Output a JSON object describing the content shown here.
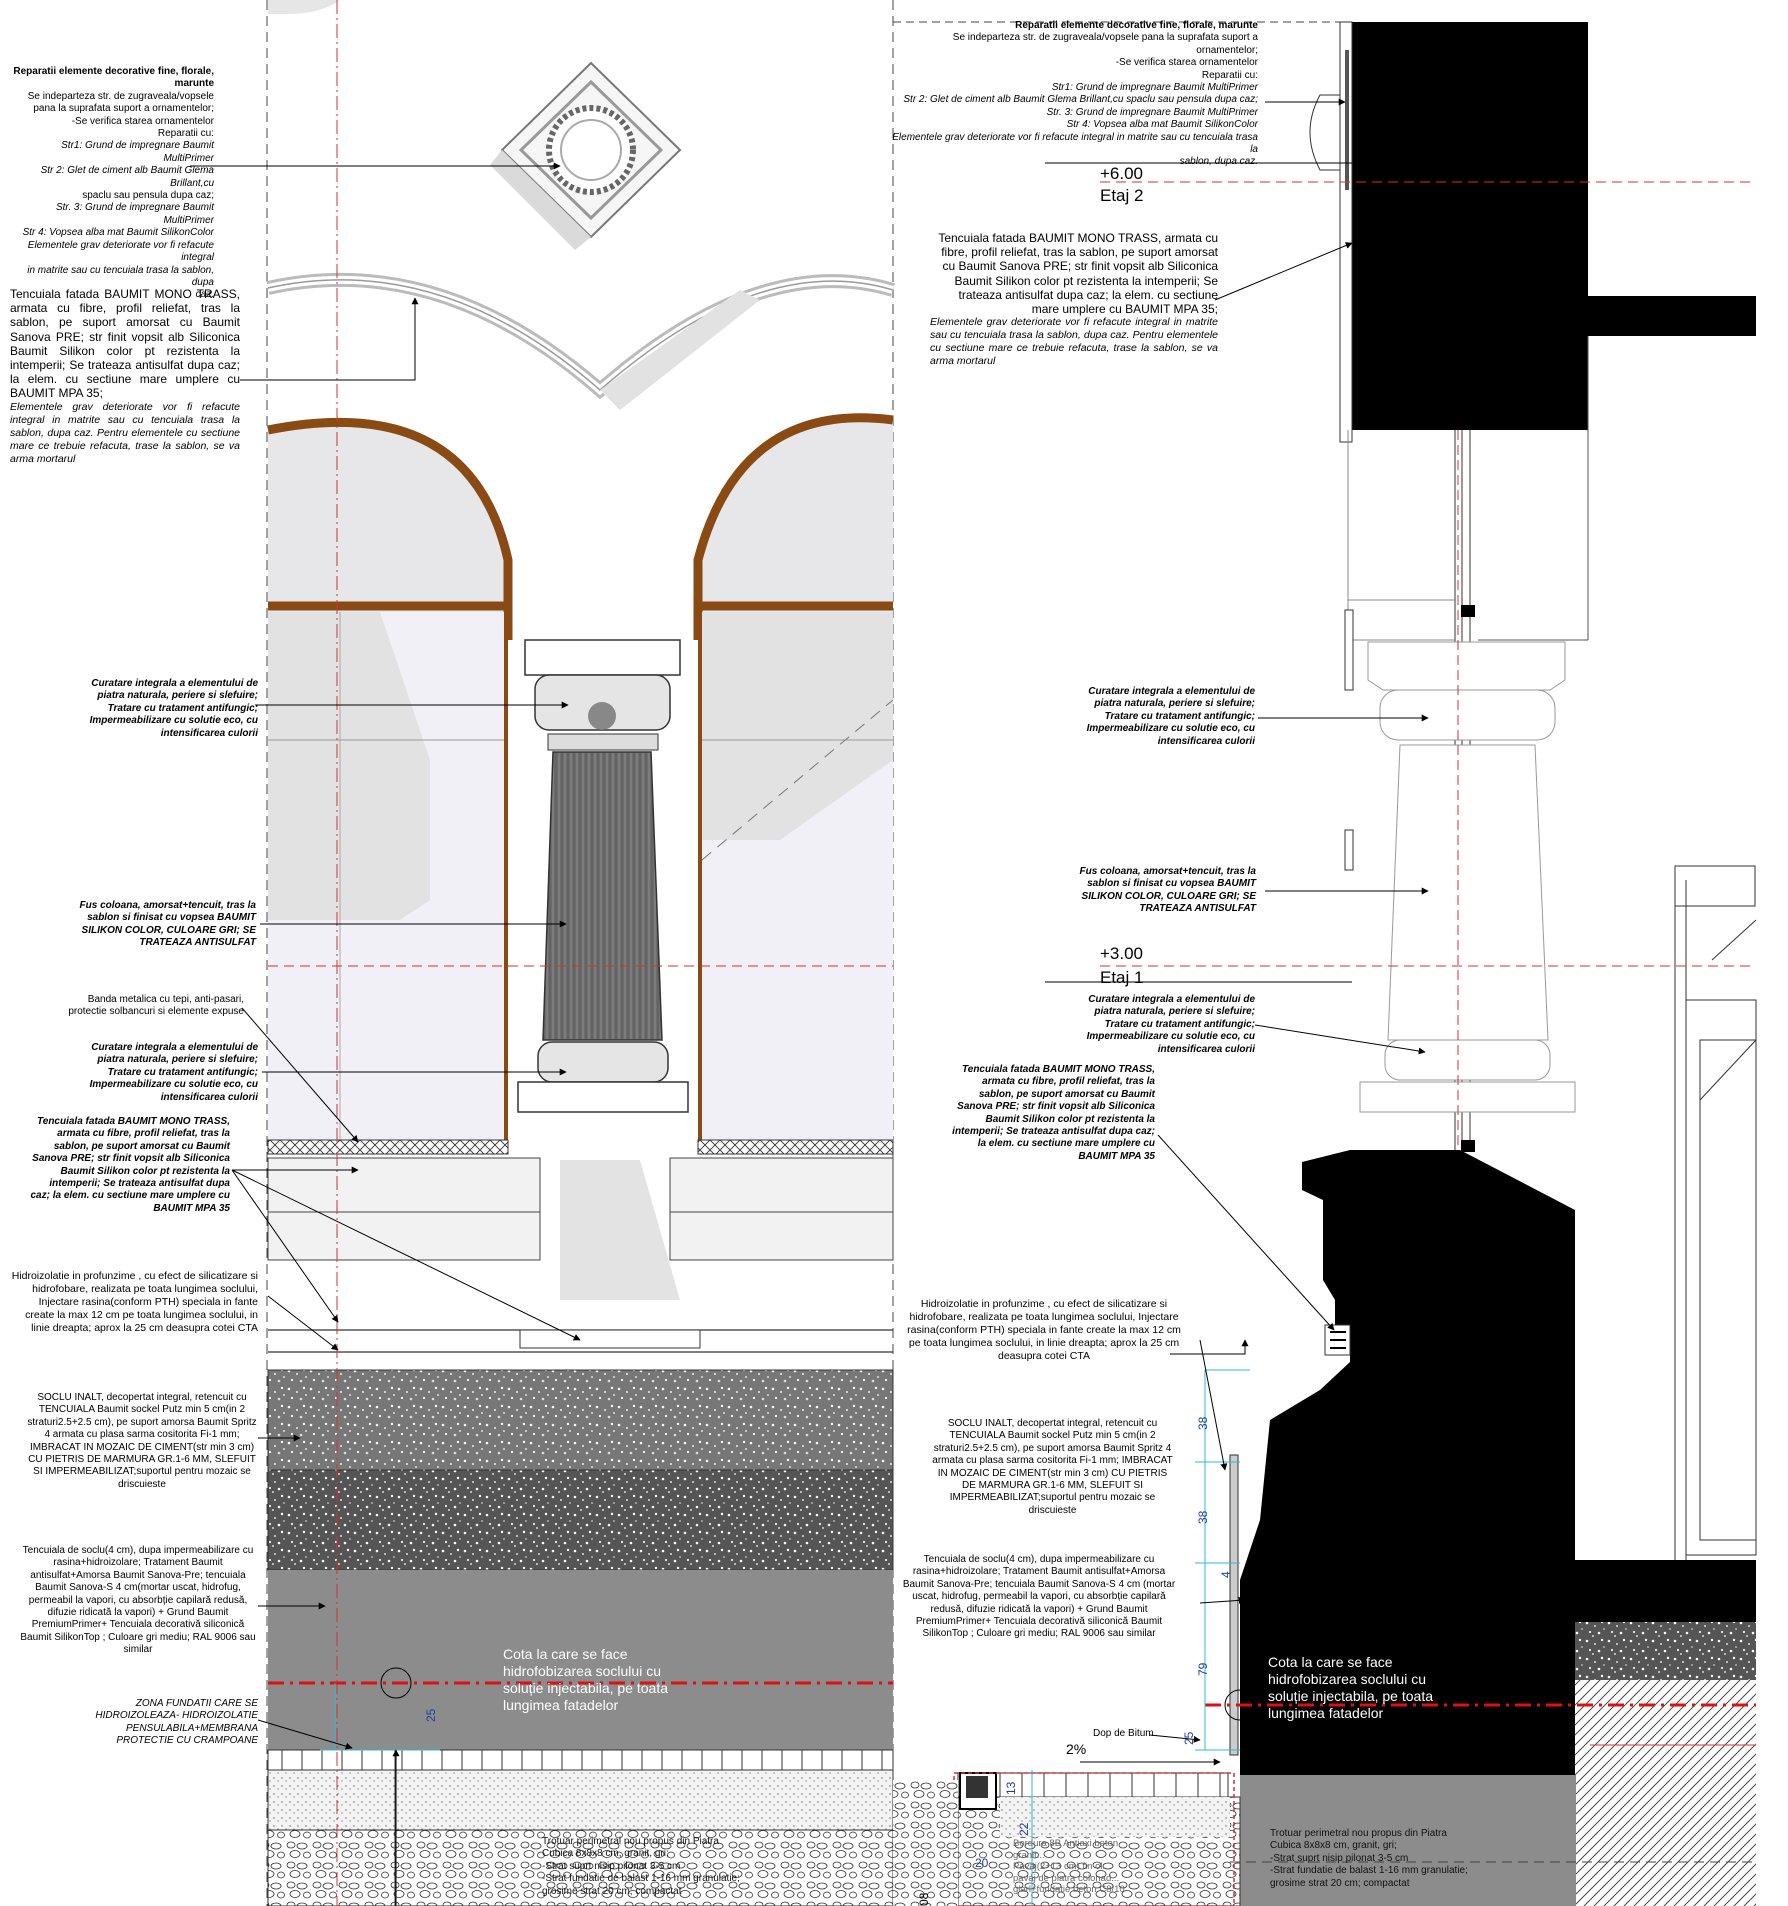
{
  "left": {
    "notes": {
      "decor_title": "Reparatii elemente decorative fine, florale, marunte",
      "decor_lines": [
        "Se indeparteza str. de zugraveala/vopsele",
        "pana la suprafata suport a ornamentelor;",
        "-Se verifica starea ornamentelor",
        "Reparatii cu:",
        "Str1: Grund de impregnare Baumit MultiPrimer",
        "Str 2: Glet de ciment alb Baumit Glema Brillant,cu",
        "spaclu sau pensula dupa caz;",
        "Str. 3: Grund de impregnare Baumit MultiPrimer",
        "Str 4: Vopsea alba mat Baumit SilikonColor",
        "Elementele grav deteriorate vor fi refacute integral",
        "in matrite sau cu tencuiala trasa la sablon, dupa",
        "caz."
      ],
      "tenc_main": "Tencuiala fatada BAUMIT MONO TRASS, armata cu fibre, profil reliefat, tras la sablon, pe suport amorsat cu Baumit Sanova PRE; str finit vopsit alb Siliconica Baumit Silikon color pt rezistenta la intemperii; Se trateaza antisulfat dupa caz; la elem. cu sectiune mare umplere cu BAUMIT MPA 35;",
      "tenc_italic": "Elementele grav deteriorate vor fi refacute integral in matrite sau cu tencuiala trasa la sablon, dupa caz. Pentru elementele cu sectiune mare ce trebuie refacuta, trase la sablon, se va arma mortarul",
      "curatare_1": "Curatare integrala a elementului de piatra naturala, periere si slefuire; Tratare cu tratament antifungic; Impermeabilizare cu solutie eco, cu intensificarea culorii",
      "fus": "Fus coloana, amorsat+tencuit, tras la sablon si finisat cu vopsea BAUMIT SILIKON COLOR, CULOARE GRI; SE TRATEAZA ANTISULFAT",
      "banda": "Banda metalica cu tepi, anti-pasari, protectie solbancuri si elemente expuse",
      "curatare_2": "Curatare integrala a elementului de piatra naturala, periere si slefuire; Tratare cu tratament antifungic; Impermeabilizare cu solutie eco, cu intensificarea culorii",
      "tenc_bold": "Tencuiala fatada BAUMIT MONO TRASS, armata cu fibre, profil reliefat, tras la sablon, pe suport amorsat cu Baumit Sanova PRE; str finit vopsit alb Siliconica Baumit Silikon color pt rezistenta la intemperii; Se trateaza antisulfat dupa caz; la elem. cu sectiune mare umplere cu BAUMIT MPA 35",
      "hidro": "Hidroizolatie in profunzime , cu efect de silicatizare si hidrofobare, realizata pe toata lungimea soclului, Injectare rasina(conform PTH) speciala in fante create la max 12 cm pe toata lungimea soclului, in linie dreapta; aprox la 25 cm deasupra cotei CTA",
      "soclu": "SOCLU INALT, decopertat integral, retencuit cu TENCUIALA Baumit sockel Putz min 5 cm(in 2 straturi2.5+2.5 cm), pe suport amorsa Baumit Spritz 4 armata cu plasa sarma cositorita Fi-1 mm; IMBRACAT IN MOZAIC DE CIMENT(str min 3 cm) CU PIETRIS DE MARMURA GR.1-6 MM, SLEFUIT SI IMPERMEABILIZAT;suportul pentru mozaic se driscuieste",
      "tenc_soclu": "Tencuiala de soclu(4 cm), dupa impermeabilizare cu rasina+hidroizolare; Tratament Baumit antisulfat+Amorsa Baumit Sanova-Pre; tencuiala Baumit Sanova-S 4 cm(mortar uscat, hidrofug, permeabil la vapori, cu absorbție capilară redusă, difuzie ridicată la vapori) + Grund Baumit PremiumPrimer+ Tencuiala decorativă siliconică Baumit SilikonTop ; Culoare gri mediu; RAL 9006 sau similar",
      "zona": "ZONA FUNDATII CARE SE HIDROIZOLEAZA- HIDROIZOLATIE PENSULABILA+MEMBRANA PROTECTIE CU CRAMPOANE",
      "cota": "Cota la care se face hidrofobizarea soclului cu soluție injectabila, pe toata lungimea fatadelor",
      "trotuar_lines": [
        "Trotuar perimetral nou propus din Piatra",
        "Cubica 8x8x8 cm, granit, gri;",
        "-Strat suprt nisip pilonat 3-5 cm",
        "-Strat fundatie de balast 1-16 mm granulatie;",
        "grosime strat 20 cm; compactat"
      ],
      "dim_25": "25"
    }
  },
  "right": {
    "notes": {
      "decor_title": "Reparatii elemente decorative fine, florale, marunte",
      "decor_lines": [
        "Se indeparteza str. de zugraveala/vopsele pana la suprafata suport a",
        "ornamentelor;",
        "-Se verifica starea ornamentelor",
        "Reparatii cu:",
        "Str1: Grund de impregnare Baumit MultiPrimer",
        "Str 2: Glet de ciment alb Baumit Glema Brillant,cu spaclu sau pensula dupa caz;",
        "Str. 3: Grund de impregnare Baumit MultiPrimer",
        "Str 4: Vopsea alba mat Baumit SilikonColor",
        "Elementele grav deteriorate vor fi refacute integral in matrite sau cu tencuiala trasa la",
        "sablon, dupa caz."
      ],
      "level_600": "+6.00",
      "etaj2": "Etaj 2",
      "tenc_main": "Tencuiala fatada BAUMIT MONO TRASS, armata cu fibre, profil reliefat, tras la sablon, pe suport amorsat cu Baumit Sanova PRE; str finit vopsit alb Siliconica Baumit Silikon color pt rezistenta la intemperii; Se trateaza antisulfat dupa caz; la elem. cu sectiune mare umplere cu BAUMIT MPA 35;",
      "tenc_italic": "Elementele grav deteriorate vor fi refacute integral in matrite sau cu tencuiala trasa la sablon, dupa caz. Pentru elementele cu sectiune mare ce trebuie refacuta, trase la sablon, se va arma mortarul",
      "curatare_1": "Curatare integrala a elementului de piatra naturala, periere si slefuire; Tratare cu tratament antifungic; Impermeabilizare cu solutie eco, cu intensificarea culorii",
      "fus": "Fus coloana, amorsat+tencuit, tras la sablon si finisat cu vopsea BAUMIT SILIKON COLOR, CULOARE GRI; SE TRATEAZA ANTISULFAT",
      "level_300": "+3.00",
      "etaj1": "Etaj 1",
      "curatare_2": "Curatare integrala a elementului de piatra naturala, periere si slefuire; Tratare cu tratament antifungic; Impermeabilizare cu solutie eco, cu intensificarea culorii",
      "tenc_bold": "Tencuiala fatada BAUMIT MONO TRASS, armata cu fibre, profil reliefat, tras la sablon, pe suport amorsat cu Baumit Sanova PRE; str finit vopsit alb Siliconica Baumit Silikon color pt rezistenta la intemperii; Se trateaza antisulfat dupa caz; la elem. cu sectiune mare umplere cu BAUMIT MPA 35",
      "hidro": "Hidroizolatie in profunzime , cu efect de silicatizare si hidrofobare, realizata pe toata lungimea soclului, Injectare rasina(conform PTH) speciala in fante create la max 12 cm pe toata lungimea soclului, in linie dreapta; aprox la 25 cm deasupra cotei CTA",
      "soclu": "SOCLU INALT, decopertat integral, retencuit cu TENCUIALA Baumit sockel Putz min 5 cm(in 2 straturi2.5+2.5 cm), pe suport amorsa Baumit Spritz 4 armata cu plasa sarma cositorita Fi-1 mm; IMBRACAT IN MOZAIC DE CIMENT(str min 3 cm) CU PIETRIS DE MARMURA GR.1-6 MM, SLEFUIT SI IMPERMEABILIZAT;suportul pentru mozaic se driscuieste",
      "tenc_soclu": "Tencuiala de soclu(4 cm), dupa impermeabilizare cu rasina+hidroizolare; Tratament Baumit antisulfat+Amorsa Baumit Sanova-Pre; tencuiala Baumit Sanova-S 4 cm (mortar uscat, hidrofug, permeabil la vapori, cu absorbție capilară redusă, difuzie ridicată la vapori) + Grund Baumit PremiumPrimer+ Tencuiala decorativă siliconică Baumit SilikonTop ; Culoare gri mediu; RAL 9006 sau similar",
      "cota": "Cota la care se face hidrofobizarea soclului cu soluție injectabila, pe toata lungimea fatadelor",
      "dop": "Dop de Bitum",
      "slope": "2%",
      "dims": [
        "38",
        "38",
        "4",
        "79",
        "25",
        "13",
        "22",
        "20",
        "08"
      ],
      "trotuar_lines": [
        "Trotuar perimetral nou propus din Piatra",
        "Cubica 8x8x8 cm, granit, gri;",
        "-Strat suprt nisip pilonat 3-5 cm",
        "-Strat fundatie de balast 1-16 mm granulatie;",
        "grosime strat 20 cm; compactat"
      ],
      "bordura_lines": [
        "Bordura 8B Antiaxi beton",
        "granit...",
        "Pavaj(2+13 cm) fin ol...",
        "pavaj de piatra colonad...",
        "glarl+fundatie beton C8/10"
      ]
    }
  },
  "colors": {
    "red_axis": "#d63030",
    "wood": "#8a4a14",
    "dim_blue": "#1f3f9a",
    "cyan": "#2fb8d6"
  }
}
